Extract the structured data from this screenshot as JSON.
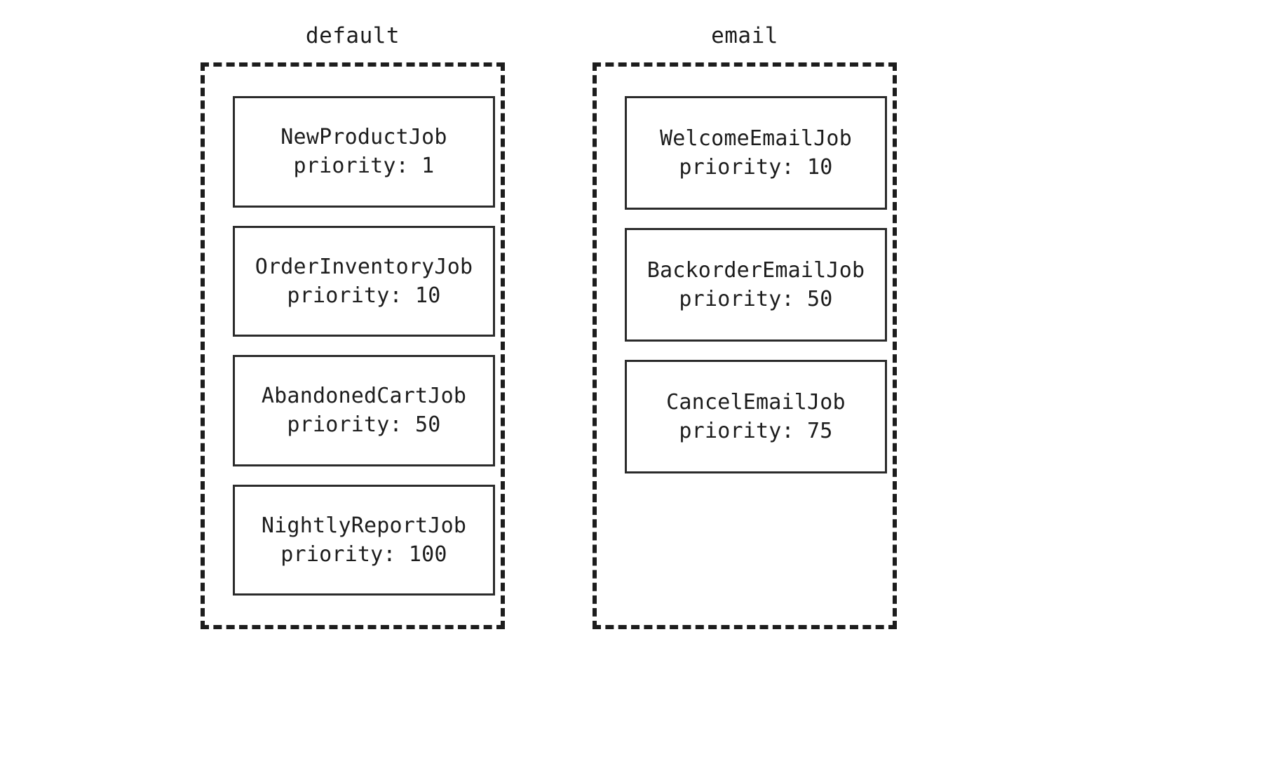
{
  "diagram": {
    "type": "queue-job-layout",
    "background_color": "#ffffff",
    "line_color": "#1d1d1d",
    "queues": [
      {
        "name": "default",
        "label": "default",
        "jobs": [
          {
            "name": "NewProductJob",
            "priority_label": "priority: 1",
            "priority": 1
          },
          {
            "name": "OrderInventoryJob",
            "priority_label": "priority: 10",
            "priority": 10
          },
          {
            "name": "AbandonedCartJob",
            "priority_label": "priority: 50",
            "priority": 50
          },
          {
            "name": "NightlyReportJob",
            "priority_label": "priority: 100",
            "priority": 100
          }
        ]
      },
      {
        "name": "email",
        "label": "email",
        "jobs": [
          {
            "name": "WelcomeEmailJob",
            "priority_label": "priority: 10",
            "priority": 10
          },
          {
            "name": "BackorderEmailJob",
            "priority_label": "priority: 50",
            "priority": 50
          },
          {
            "name": "CancelEmailJob",
            "priority_label": "priority: 75",
            "priority": 75
          }
        ]
      }
    ]
  }
}
